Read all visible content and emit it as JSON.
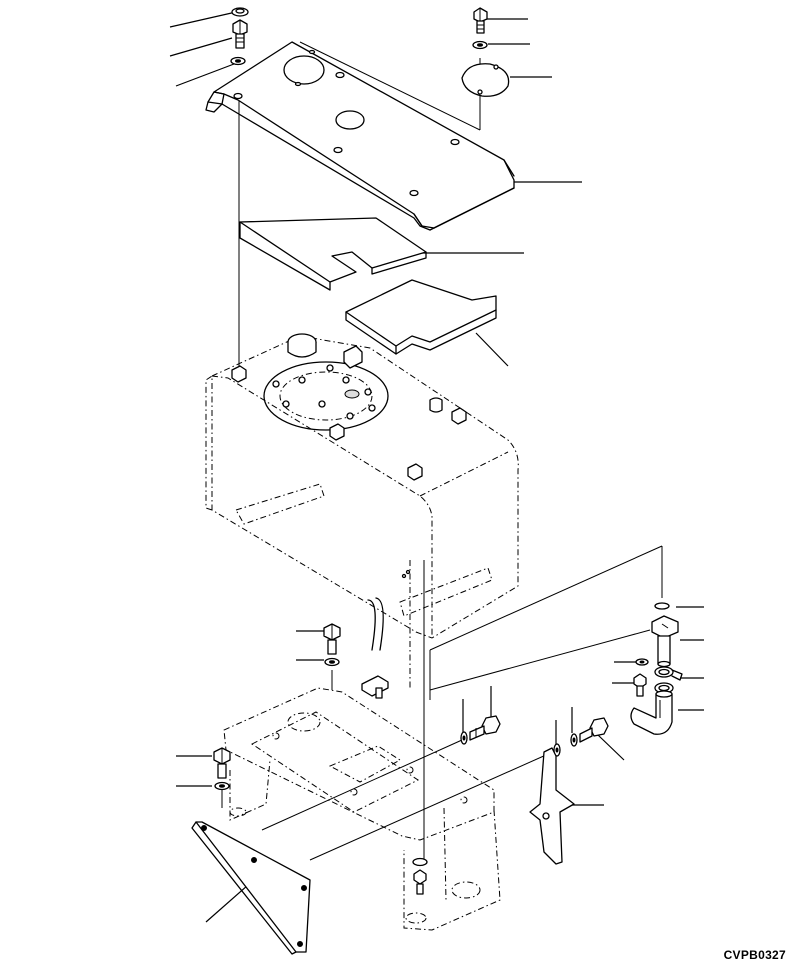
{
  "drawing": {
    "code": "CVPB0327"
  },
  "parts": [
    {
      "name": "cap"
    },
    {
      "name": "bolt"
    },
    {
      "name": "washer"
    },
    {
      "name": "bolt"
    },
    {
      "name": "washer"
    },
    {
      "name": "round-cover-plate"
    },
    {
      "name": "tank-top-cover"
    },
    {
      "name": "cover-mat"
    },
    {
      "name": "cover-mat-small"
    },
    {
      "name": "o-ring"
    },
    {
      "name": "fitting-elbow"
    },
    {
      "name": "washer"
    },
    {
      "name": "hose-clamp"
    },
    {
      "name": "bolt"
    },
    {
      "name": "hose"
    },
    {
      "name": "bolt"
    },
    {
      "name": "washer"
    },
    {
      "name": "bolt"
    },
    {
      "name": "washer"
    },
    {
      "name": "bolt"
    },
    {
      "name": "washer"
    },
    {
      "name": "bracket"
    },
    {
      "name": "bolt"
    },
    {
      "name": "washer"
    },
    {
      "name": "side-plate"
    }
  ]
}
